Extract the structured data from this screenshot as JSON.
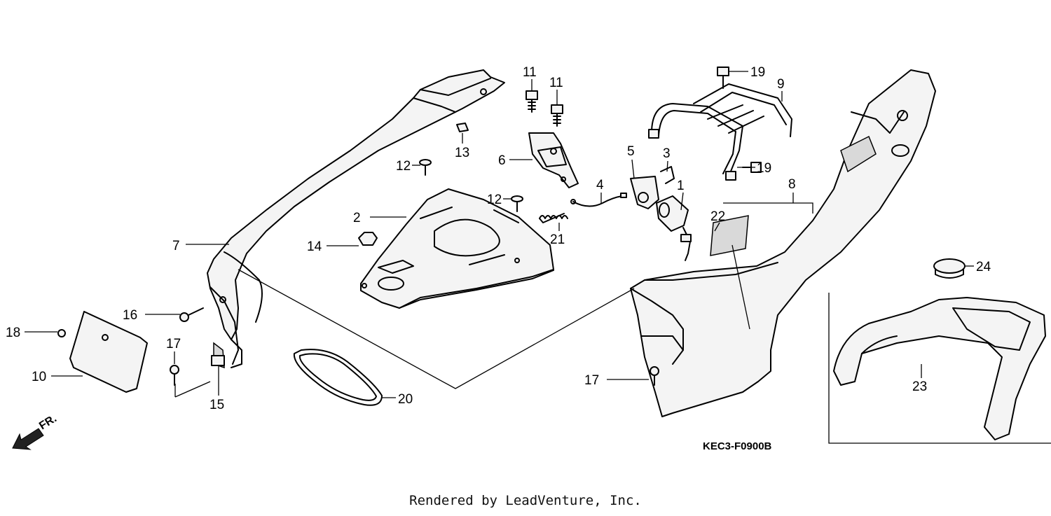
{
  "callouts": {
    "c1": "1",
    "c2": "2",
    "c3": "3",
    "c4": "4",
    "c5": "5",
    "c6": "6",
    "c7": "7",
    "c8": "8",
    "c9": "9",
    "c10": "10",
    "c11a": "11",
    "c11b": "11",
    "c12a": "12",
    "c12b": "12",
    "c13": "13",
    "c14": "14",
    "c15": "15",
    "c16": "16",
    "c17a": "17",
    "c17b": "17",
    "c18": "18",
    "c19a": "19",
    "c19b": "19",
    "c20": "20",
    "c21": "21",
    "c22": "22",
    "c23": "23",
    "c24": "24"
  },
  "diagram_code": "KEC3-F0900B",
  "front_indicator": "FR.",
  "footer": "Rendered by LeadVenture, Inc."
}
